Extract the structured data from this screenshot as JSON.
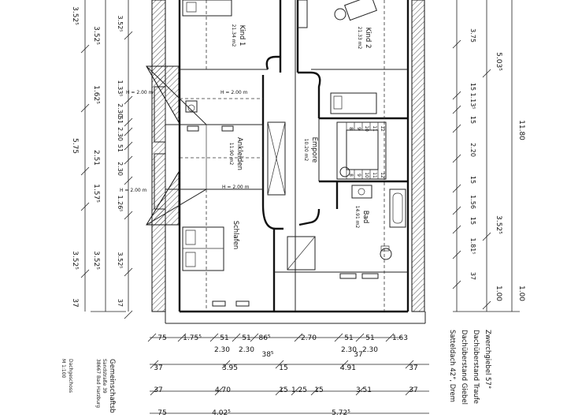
{
  "rooms": {
    "kind1": {
      "name": "Kind 1",
      "area": "21.34 m2"
    },
    "kind2": {
      "name": "Kind 2",
      "area": "21.33 m2"
    },
    "empore": {
      "name": "Empore",
      "area": "10.20 m2"
    },
    "ankleiden": {
      "name": "Ankleiden",
      "area": "11.90 m2"
    },
    "schlafen": {
      "name": "Schlafen",
      "area": ""
    },
    "bad": {
      "name": "Bad",
      "area": "14.91 m2"
    }
  },
  "height_marks": [
    "H = 2.00 m",
    "H = 2.00 m",
    "H = 2.00 m",
    "H = 2.00 m"
  ],
  "stairs": {
    "top": [
      "8",
      "9",
      "10",
      "11",
      "12"
    ],
    "bottom": [
      "8",
      "9",
      "10",
      "11",
      "12"
    ]
  },
  "left_dims_outer": [
    "3.52⁵",
    "5.75",
    "3.52⁵",
    "37"
  ],
  "left_dims_mid": [
    "3.52⁵",
    "1.62⁵",
    "2.51",
    "1.57⁵",
    "3.52⁵"
  ],
  "left_dims_inner": [
    "3.52⁵",
    "1.33⁵",
    "2.30",
    "51",
    "2.30",
    "51",
    "2.30",
    "1.26⁵",
    "3.52⁵",
    "37"
  ],
  "right_dims_outer": [
    "11.80",
    "1.00"
  ],
  "right_dims_mid": [
    "5.03⁵",
    "3.52⁵",
    "1.00"
  ],
  "right_dims_inner": [
    "3.75",
    "15",
    "1.13⁵",
    "15",
    "2.20",
    "15",
    "1.56",
    "15",
    "1.81⁵",
    "37"
  ],
  "bottom_row1": [
    "75",
    "1.75⁵",
    "51",
    "51",
    "86⁵",
    "2.70",
    "51",
    "51",
    "1.63"
  ],
  "bottom_row1_sub": [
    "2.30",
    "2.30",
    "38⁵",
    "2.30",
    "2.30",
    "37"
  ],
  "bottom_row2": [
    "37",
    "3.95",
    "15",
    "4.91",
    "37"
  ],
  "bottom_row3": [
    "37",
    "4.70",
    "15",
    "1.25",
    "15",
    "3.51",
    "37"
  ],
  "bottom_row4": [
    "75",
    "4.02⁵",
    "5.72⁵"
  ],
  "roof_notes": [
    "Satteldach 42°, Drem",
    "Dachüberstand Giebel",
    "Dachüberstand Traufe",
    "Zwerchgiebel 57°"
  ],
  "stamp": {
    "office": "Gemeinschaftsb",
    "street": "Sandstraße 39",
    "city": "38667 Bad Harzburg"
  },
  "plan_label": {
    "title": "Dachgeschoss",
    "scale": "M 1:100"
  }
}
